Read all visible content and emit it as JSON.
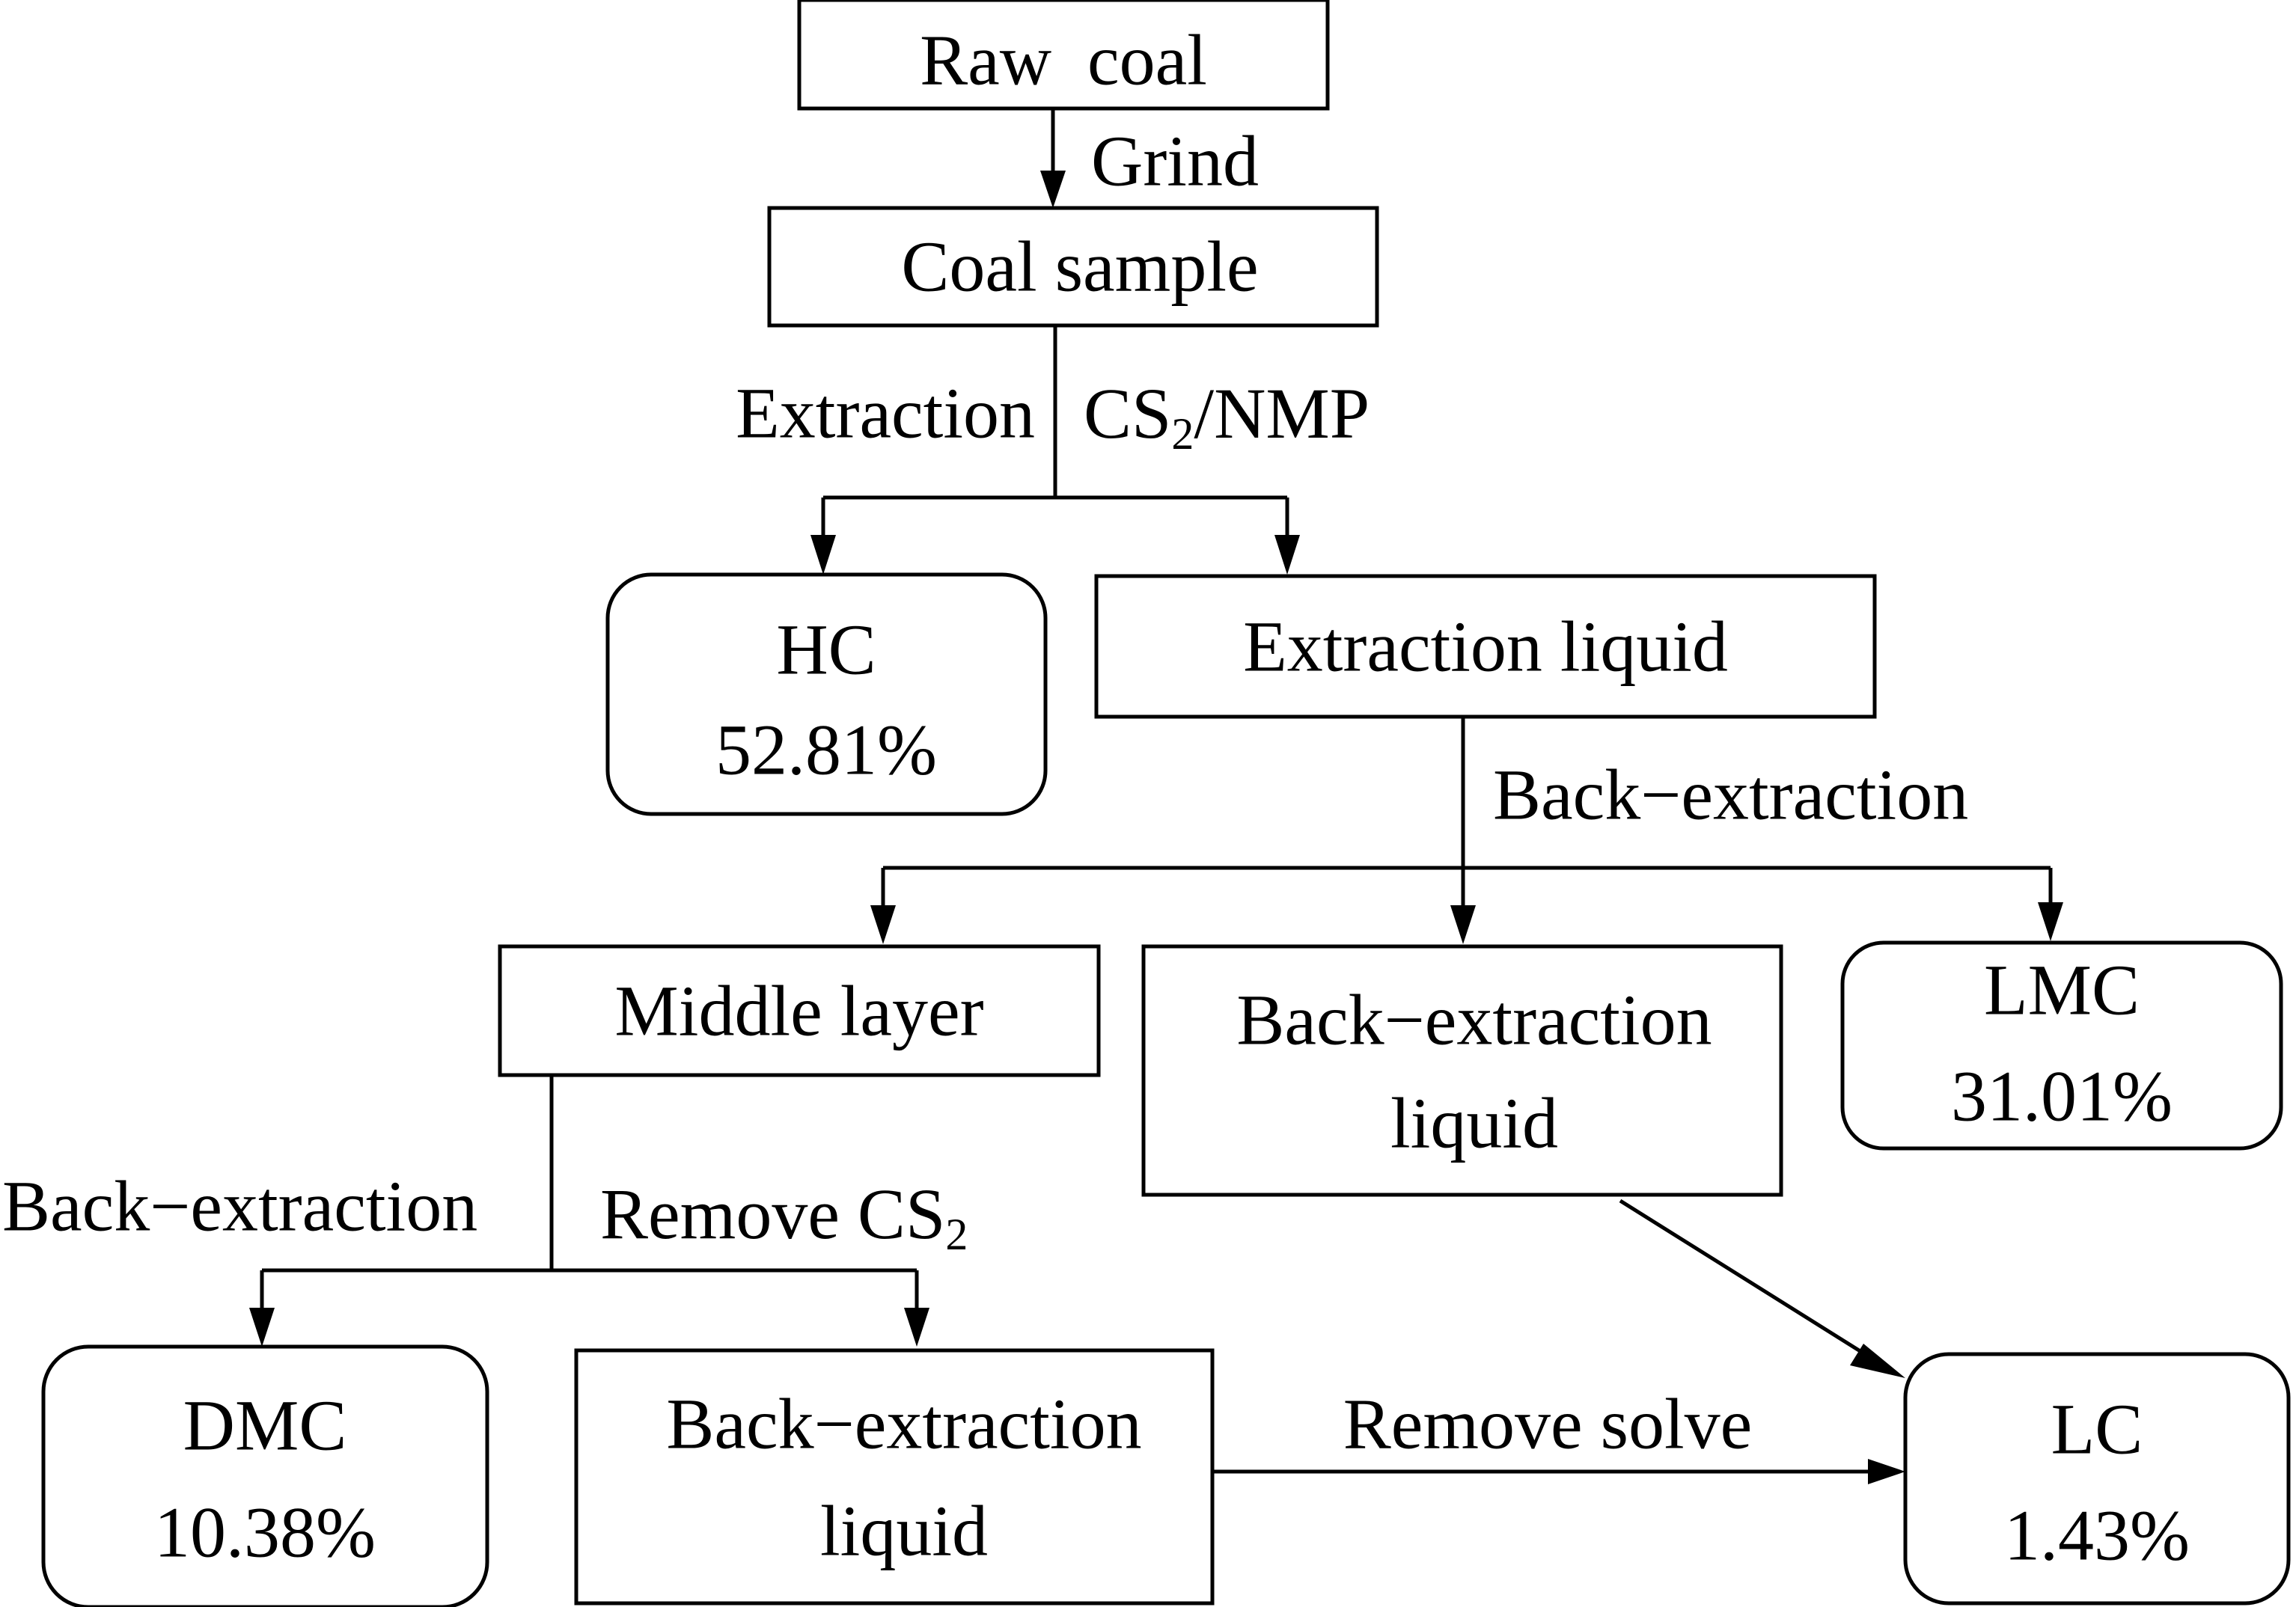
{
  "nodes": {
    "raw_coal": {
      "label": "Raw  coal"
    },
    "coal_sample": {
      "label": "Coal sample"
    },
    "hc": {
      "label": "HC",
      "value": "52.81%"
    },
    "extraction_liquid": {
      "label": "Extraction liquid"
    },
    "middle_layer": {
      "label": "Middle layer"
    },
    "back_extraction_liquid_1": {
      "line1": "Back−extraction",
      "line2": "liquid"
    },
    "lmc": {
      "label": "LMC",
      "value": "31.01%"
    },
    "dmc": {
      "label": "DMC",
      "value": "10.38%"
    },
    "back_extraction_liquid_2": {
      "line1": "Back−extraction",
      "line2": "liquid"
    },
    "lc": {
      "label": "LC",
      "value": "1.43%"
    }
  },
  "edges": {
    "grind": "Grind",
    "extraction": "Extraction",
    "solvent": {
      "main": "CS",
      "sub": "2",
      "tail": "/NMP"
    },
    "back_extraction_1": "Back−extraction",
    "back_extraction_2": "Back−extraction",
    "remove_cs2": {
      "main": "Remove CS",
      "sub": "2"
    },
    "remove_solve": "Remove solve"
  }
}
